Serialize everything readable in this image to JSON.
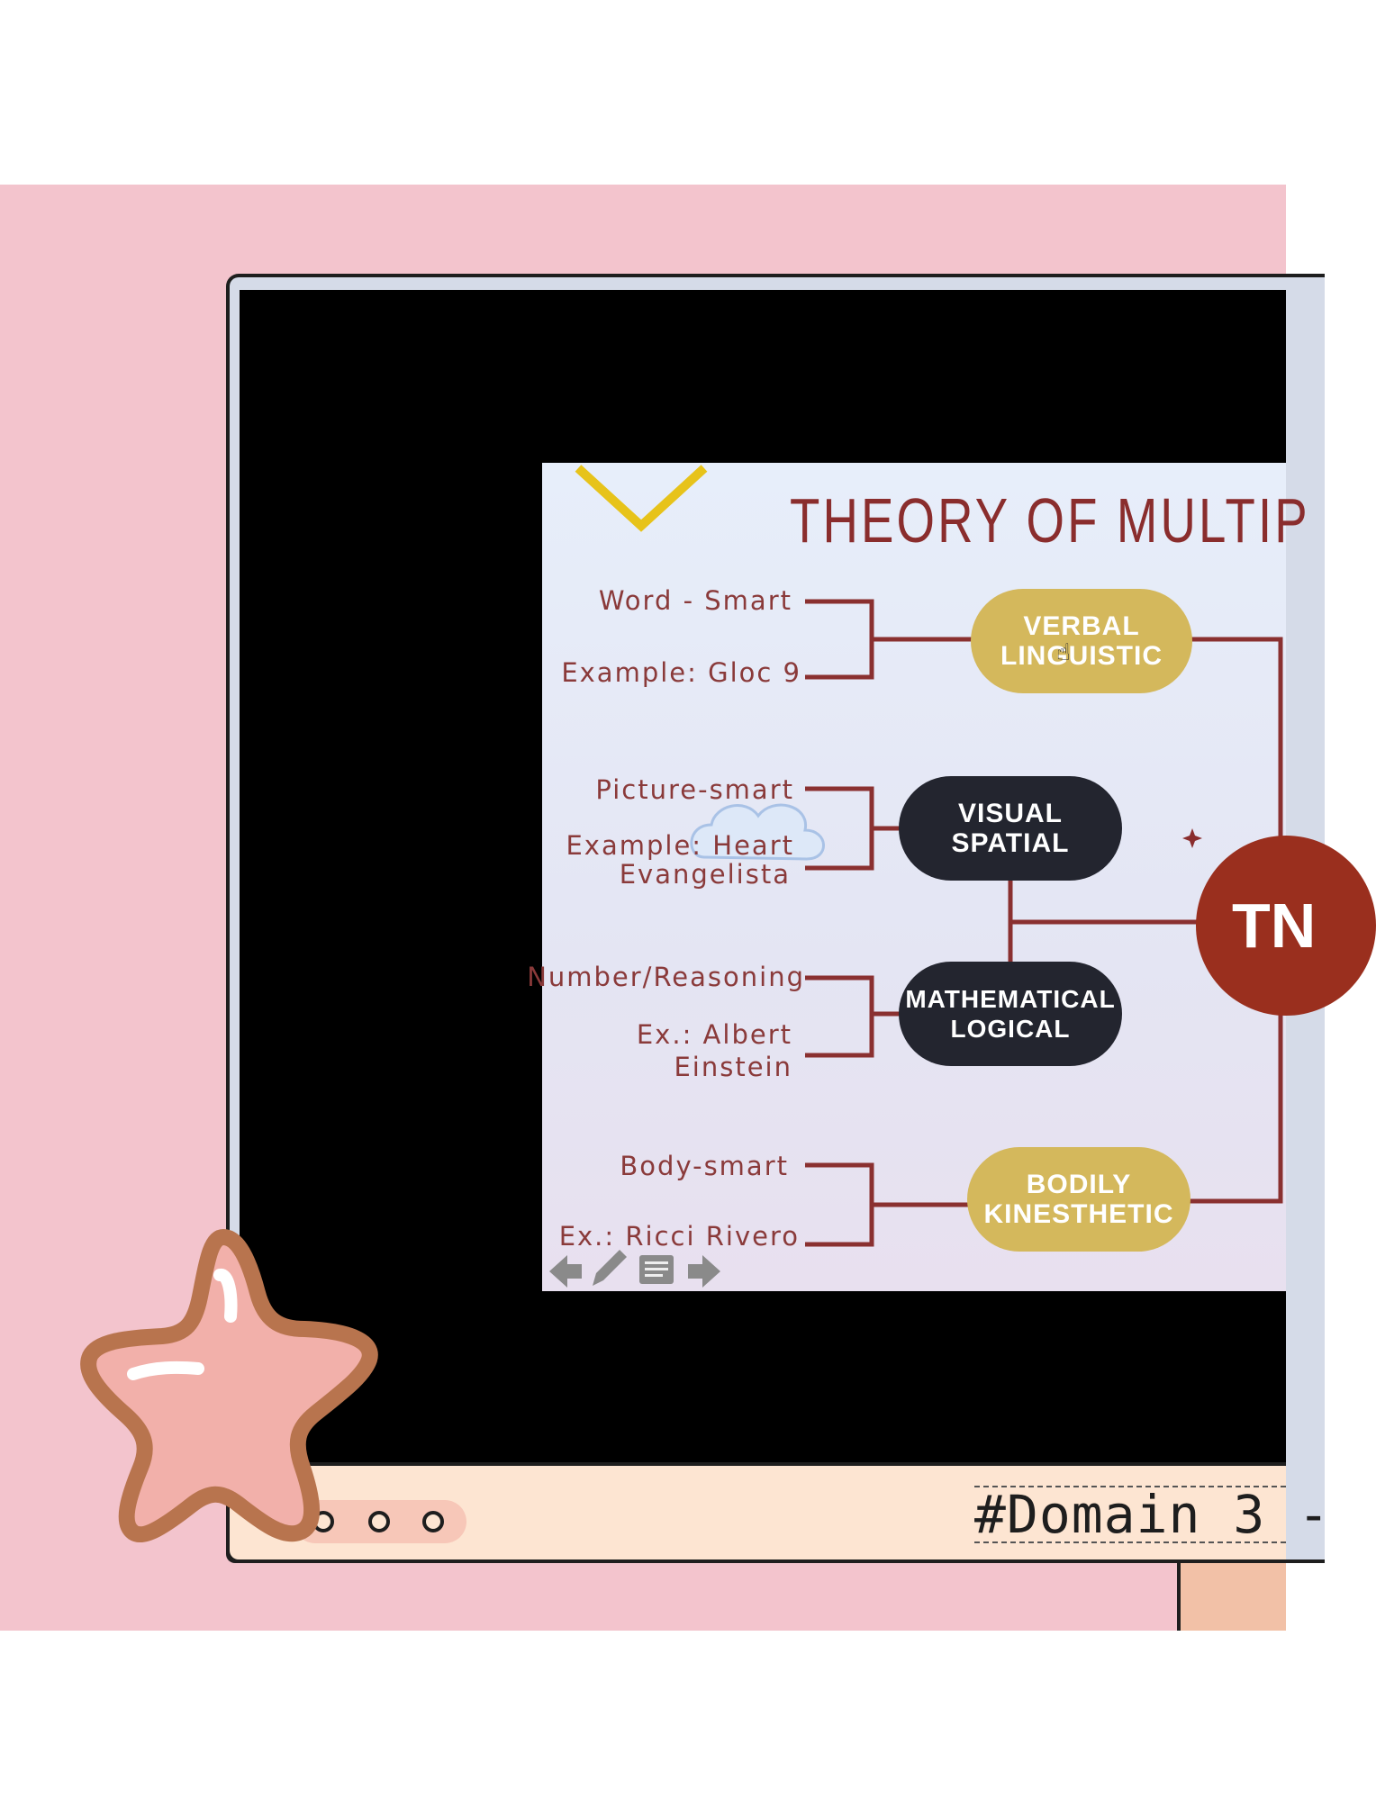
{
  "slide": {
    "title": "THEORY OF MULTIP",
    "center_node": "TN",
    "intelligences": [
      {
        "name_line1": "VERBAL",
        "name_line2": "LINGUISTIC",
        "desc": "Word - Smart",
        "example": "Example: Gloc 9",
        "example_line2": ""
      },
      {
        "name_line1": "VISUAL",
        "name_line2": "SPATIAL",
        "desc": "Picture-smart",
        "example": "Example: Heart",
        "example_line2": "Evangelista"
      },
      {
        "name_line1": "MATHEMATICAL",
        "name_line2": "LOGICAL",
        "desc": "Number/Reasoning",
        "example": "Ex.: Albert",
        "example_line2": "Einstein"
      },
      {
        "name_line1": "BODILY",
        "name_line2": "KINESTHETIC",
        "desc": "Body-smart",
        "example": "Ex.: Ricci Rivero",
        "example_line2": ""
      }
    ]
  },
  "footer": {
    "tag": "#Domain 3 -"
  },
  "colors": {
    "pink_bg": "#f3c4cd",
    "bezel": "#fde5d2",
    "gold": "#d4b85c",
    "dark": "#23252f",
    "maroon": "#8a2d2d",
    "center": "#9a2f1e"
  },
  "icons": [
    "star-sticker-icon",
    "cloud-icon",
    "prev-arrow-icon",
    "pen-icon",
    "notes-icon",
    "next-arrow-icon",
    "cursor-hand-icon",
    "sparkle-icon",
    "chevron-down-icon"
  ]
}
